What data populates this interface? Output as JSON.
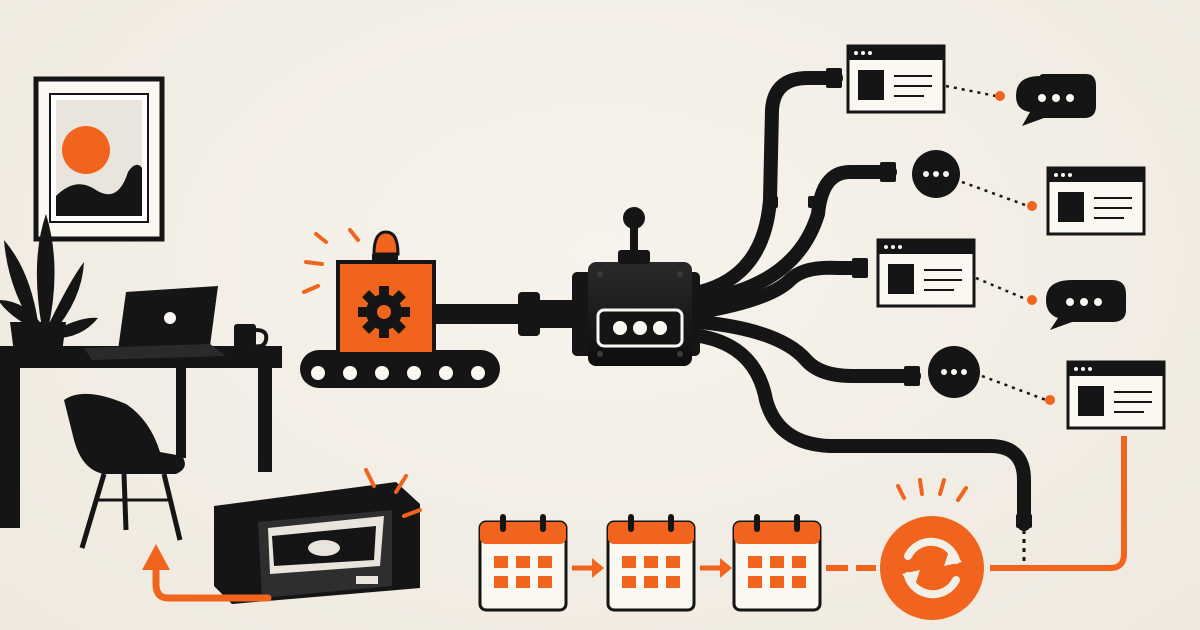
{
  "colors": {
    "background": "#f4efe7",
    "ink": "#151515",
    "accent": "#f0641e",
    "paper": "#fbf8f2"
  },
  "icons": [
    "framed-picture-icon",
    "house-plant-icon",
    "laptop-icon",
    "coffee-mug-icon",
    "desk-icon",
    "chair-icon",
    "cash-drawer-icon",
    "conveyor-belt-icon",
    "gear-box-icon",
    "alarm-light-icon",
    "control-box-icon",
    "joystick-icon",
    "browser-window-icon",
    "chat-bubble-icon",
    "calendar-icon",
    "refresh-cycle-icon",
    "arrow-right-icon"
  ],
  "diagram": {
    "output_cards": 4,
    "chat_nodes": 4,
    "calendar_count": 3
  }
}
